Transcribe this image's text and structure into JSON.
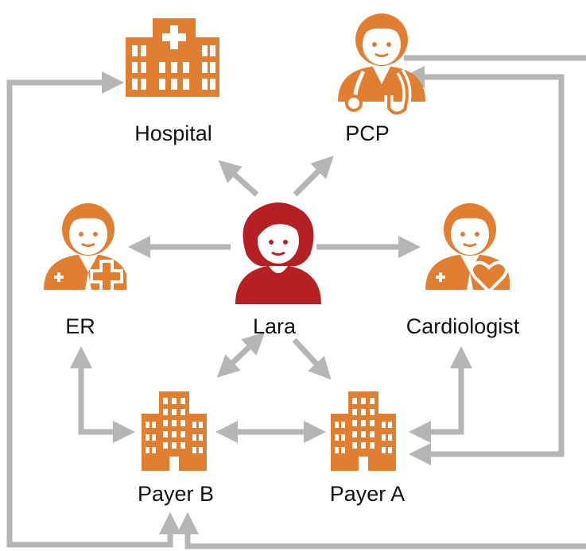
{
  "colors": {
    "provider": "#E07F31",
    "patient": "#B52025",
    "arrow": "#B5B5B5",
    "skin": "#FFFFFF"
  },
  "nodes": {
    "hospital": {
      "label": "Hospital",
      "icon": "hospital-building-icon"
    },
    "pcp": {
      "label": "PCP",
      "icon": "doctor-stethoscope-icon"
    },
    "er": {
      "label": "ER",
      "icon": "er-doctor-icon"
    },
    "lara": {
      "label": "Lara",
      "icon": "patient-woman-icon"
    },
    "cardiologist": {
      "label": "Cardiologist",
      "icon": "cardiologist-doctor-icon"
    },
    "payer_b": {
      "label": "Payer B",
      "icon": "office-building-icon"
    },
    "payer_a": {
      "label": "Payer A",
      "icon": "office-building-icon"
    }
  }
}
